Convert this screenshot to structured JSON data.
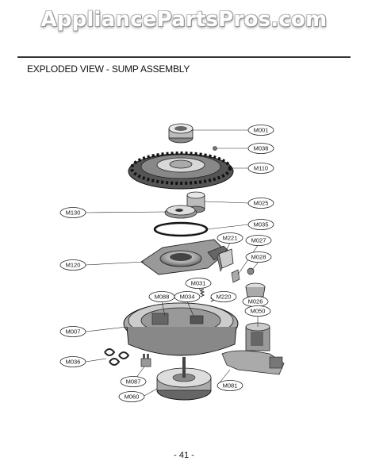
{
  "watermark": "AppliancePartsPros.com",
  "title": "EXPLODED VIEW - SUMP ASSEMBLY",
  "page_number": "- 41 -",
  "parts": [
    {
      "id": "M001"
    },
    {
      "id": "M038"
    },
    {
      "id": "M110"
    },
    {
      "id": "M025"
    },
    {
      "id": "M130"
    },
    {
      "id": "M035"
    },
    {
      "id": "M221"
    },
    {
      "id": "M027"
    },
    {
      "id": "M120"
    },
    {
      "id": "M028"
    },
    {
      "id": "M031"
    },
    {
      "id": "M088"
    },
    {
      "id": "M034"
    },
    {
      "id": "M220"
    },
    {
      "id": "M026"
    },
    {
      "id": "M050"
    },
    {
      "id": "M007"
    },
    {
      "id": "M036"
    },
    {
      "id": "M087"
    },
    {
      "id": "M060"
    },
    {
      "id": "M081"
    }
  ]
}
